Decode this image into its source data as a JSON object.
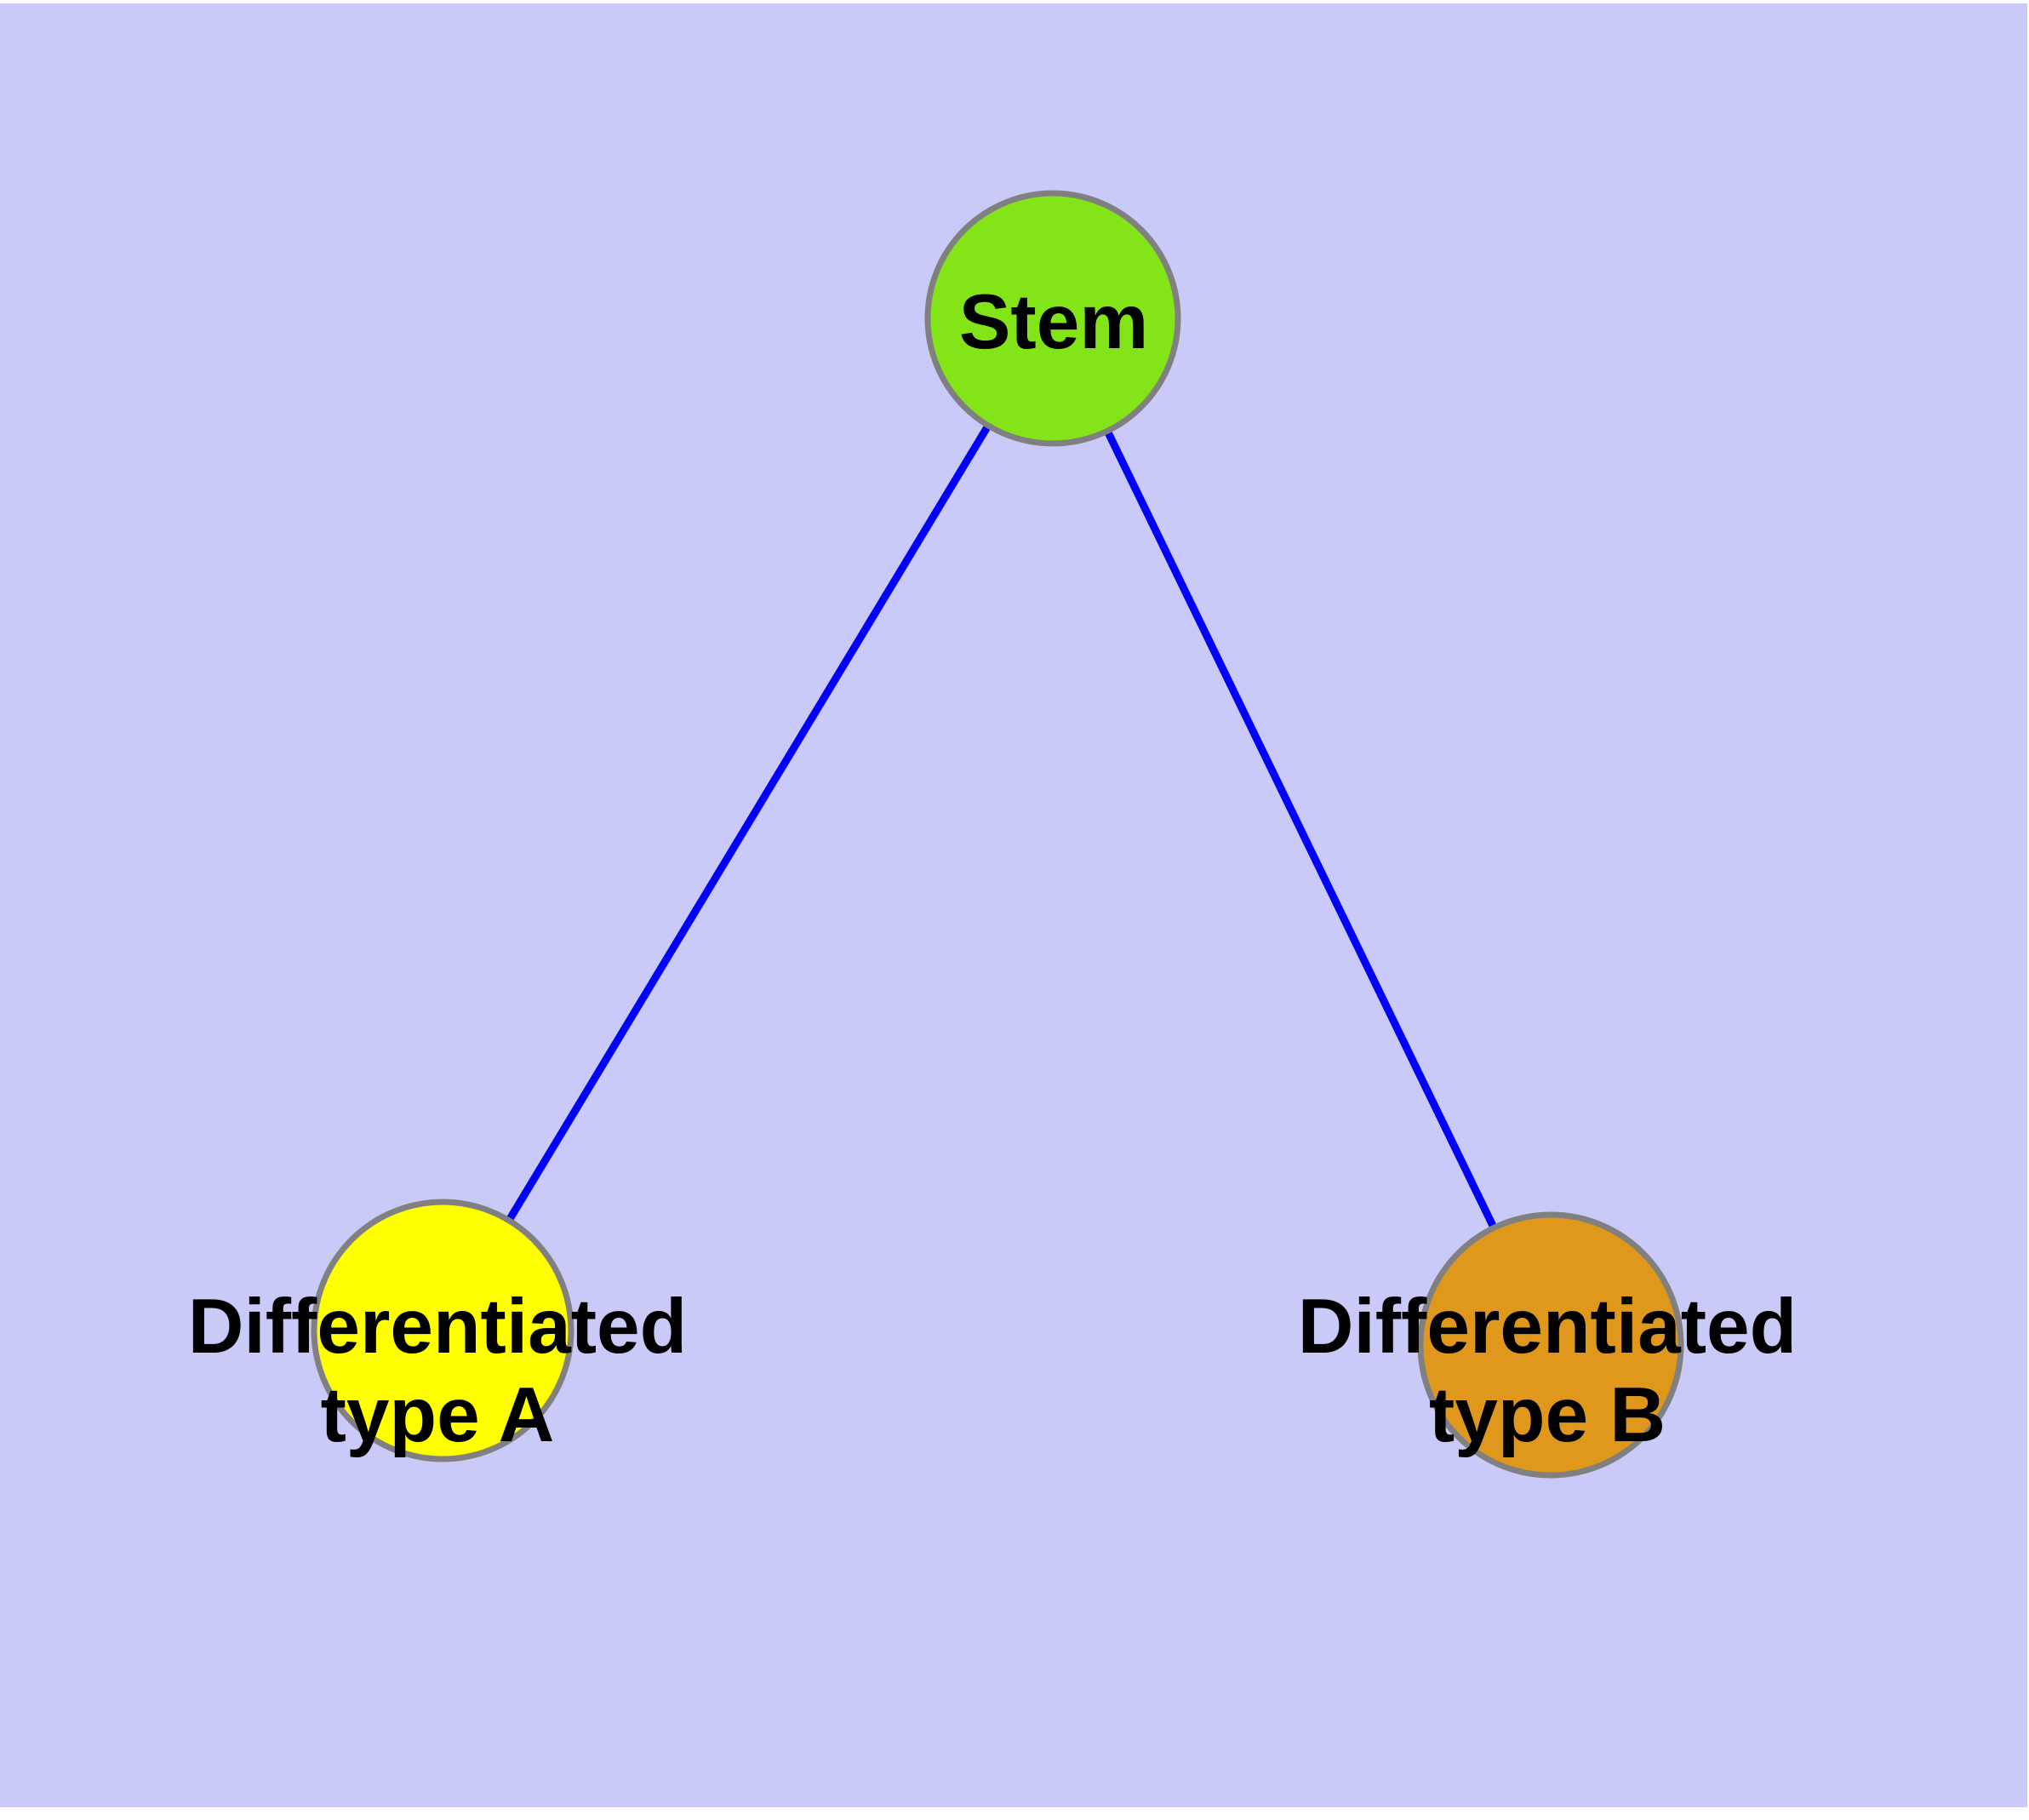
{
  "diagram": {
    "type": "graph",
    "background_color": "#CACAF8",
    "page_margin_color": "#FFFFFF",
    "text_color": "#000000",
    "node_border_color": "#808080",
    "edge_color": "#0000FB",
    "nodes": [
      {
        "id": "stem",
        "label": "Stem",
        "fill": "#83E517"
      },
      {
        "id": "differentiated-type-a",
        "label_line1": "Differentiated",
        "label_line2": "type A",
        "fill": "#FFFF00"
      },
      {
        "id": "differentiated-type-b",
        "label_line1": "Differentiated",
        "label_line2": "type B",
        "fill": "#E0981C"
      }
    ],
    "edges": [
      {
        "from": "stem",
        "to": "differentiated-type-a"
      },
      {
        "from": "stem",
        "to": "differentiated-type-b"
      }
    ]
  }
}
